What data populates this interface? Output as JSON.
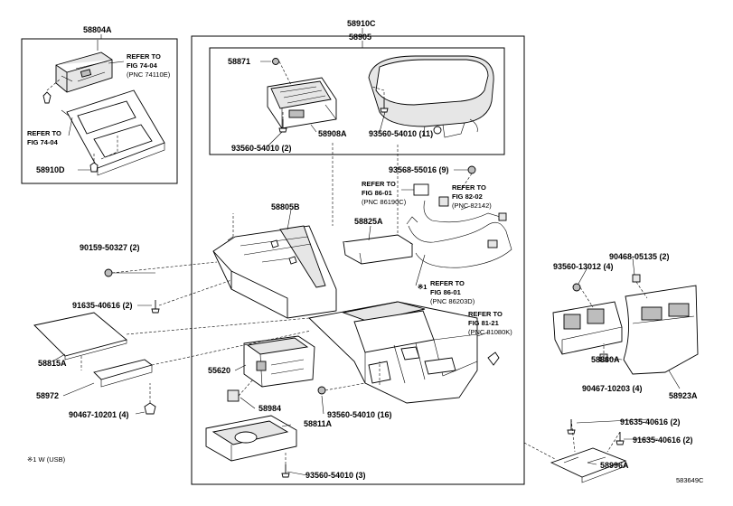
{
  "parts": {
    "p58804A": "58804A",
    "p58910C": "58910C",
    "p58905": "58905",
    "p58871": "58871",
    "p58908A": "58908A",
    "p93560_54010_11": "93560-54010 (11)",
    "p93560_54010_2": "93560-54010 (2)",
    "p93568_55016_9": "93568-55016 (9)",
    "p58910D": "58910D",
    "p58805B": "58805B",
    "p58825A": "58825A",
    "p90159_50327_2": "90159-50327 (2)",
    "p91635_40616_2a": "91635-40616 (2)",
    "p58815A": "58815A",
    "p58972": "58972",
    "p90467_10201_4": "90467-10201 (4)",
    "p55620": "55620",
    "p58984": "58984",
    "p58811A": "58811A",
    "p93560_54010_16": "93560-54010 (16)",
    "p93560_54010_3": "93560-54010 (3)",
    "p93560_13012_4": "93560-13012 (4)",
    "p90468_05135_2": "90468-05135 (2)",
    "p58860A": "58860A",
    "p90467_10203_4": "90467-10203 (4)",
    "p58923A": "58923A",
    "p91635_40616_2b": "91635-40616 (2)",
    "p91635_40616_2c": "91635-40616 (2)",
    "p58996A": "58996A"
  },
  "refs": {
    "r74_top_a": "REFER TO",
    "r74_top_b": "FIG 74-04",
    "r74_top_c": "(PNC 74110E)",
    "r74_left_a": "REFER TO",
    "r74_left_b": "FIG 74-04",
    "r86a_a": "REFER TO",
    "r86a_b": "FIG 86-01",
    "r86a_c": "(PNC 86190C)",
    "r82_a": "REFER TO",
    "r82_b": "FIG 82-02",
    "r82_c": "(PNC 82142)",
    "r86b_mark": "※1",
    "r86b_a": "REFER TO",
    "r86b_b": "FIG 86-01",
    "r86b_c": "(PNC 86203D)",
    "r81_a": "REFER TO",
    "r81_b": "FIG 81-21",
    "r81_c": "(PNC 81080K)"
  },
  "footnote": "※1 W (USB)",
  "figure_code": "583649C"
}
